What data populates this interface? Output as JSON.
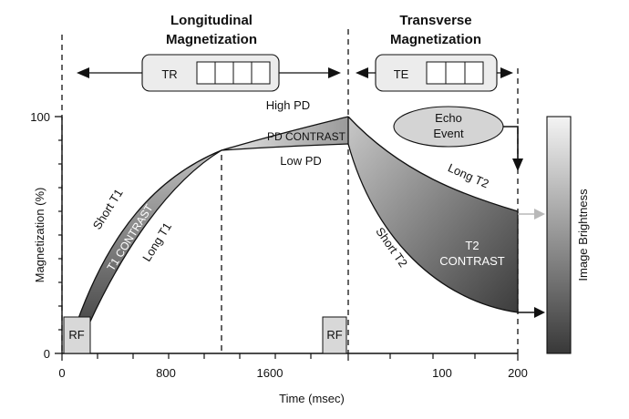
{
  "headers": {
    "longitudinal_line1": "Longitudinal",
    "longitudinal_line2": "Magnetization",
    "transverse_line1": "Transverse",
    "transverse_line2": "Magnetization"
  },
  "timing": {
    "tr": "TR",
    "te": "TE"
  },
  "axes": {
    "ylabel": "Magnetization (%)",
    "xlabel": "Time (msec)",
    "y_ticks": [
      "100",
      "0"
    ],
    "x_ticks": [
      "0",
      "800",
      "1600",
      "100",
      "200"
    ],
    "right_label": "Image Brightness"
  },
  "labels": {
    "high_pd": "High PD",
    "pd_contrast": "PD CONTRAST",
    "low_pd": "Low PD",
    "short_t1": "Short T1",
    "t1_contrast": "T1 CONTRAST",
    "long_t1": "Long T1",
    "long_t2": "Long T2",
    "short_t2": "Short T2",
    "t2_contrast_line1": "T2",
    "t2_contrast_line2": "CONTRAST",
    "echo_line1": "Echo",
    "echo_line2": "Event",
    "rf": "RF"
  },
  "colors": {
    "contrast_dark": "#5a5a5a",
    "contrast_light": "#e6e6e6",
    "brightness_top": "#f2f2f2",
    "brightness_bottom": "#3a3a3a",
    "rf_box": "#d8d8d8",
    "arrow_gray": "#b8b8b8"
  }
}
